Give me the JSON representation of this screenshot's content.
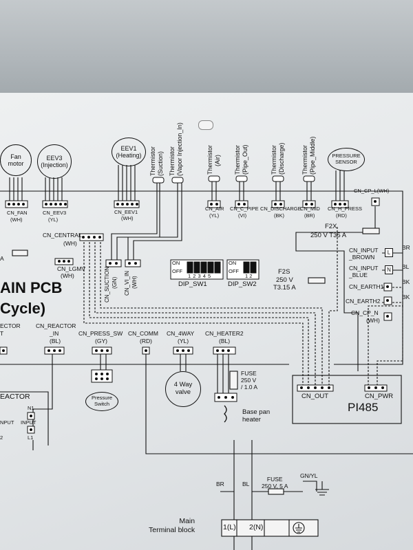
{
  "components": {
    "fan_motor": "Fan\nmotor",
    "eev3": "EEV3",
    "eev3_sub": "(Injection)",
    "eev1": "EEV1",
    "eev1_sub": "(Heating)",
    "pressure_sensor": "PRESSURE\nSENSOR",
    "four_way_valve": "4 Way\nvalve",
    "pressure_switch": "Pressure\nSwitch",
    "base_pan_heater": "Base pan\nheater",
    "pi485": "PI485",
    "reactor": "EACTOR"
  },
  "thermistors": [
    {
      "label": "Thermistor",
      "sub": "(Suction)"
    },
    {
      "label": "Thermistor",
      "sub": "(Vapor Injection_In)"
    },
    {
      "label": "Thermistor",
      "sub": "(Air)"
    },
    {
      "label": "Thermistor",
      "sub": "(Pipe_Out)"
    },
    {
      "label": "Thermistor",
      "sub": "(Discharge)"
    },
    {
      "label": "Thermistor",
      "sub": "(Pipe_Middle)"
    }
  ],
  "connectors": {
    "cn_fan": "CN_FAN",
    "cn_fan_c": "(WH)",
    "cn_eev3": "CN_EEV3",
    "cn_eev3_c": "(YL)",
    "cn_eev1": "CN_EEV1",
    "cn_eev1_c": "(WH)",
    "cn_air": "CN_AIR",
    "cn_air_c": "(YL)",
    "cn_c_pipe": "CN_C_PIPE",
    "cn_c_pipe_c": "(VI)",
    "cn_discharge": "CN_DISCHARGE",
    "cn_discharge_c": "(BK)",
    "cn_mid": "CN_MID",
    "cn_mid_c": "(BR)",
    "cn_h_press": "CN_H_PRESS",
    "cn_h_press_c": "(RD)",
    "cn_cp_l": "CN_CP_L(WH)",
    "cn_central": "CN_CENTRAL",
    "cn_central_c": "(WH)",
    "cn_lgmv": "CN_LGMV",
    "cn_lgmv_c": "(WH)",
    "cn_suction": "CN_SUCTION",
    "cn_suction_c": "(GN)",
    "cn_vi_in": "CN_VI_IN",
    "cn_vi_in_c": "(WH)",
    "cn_input_brown": "CN_INPUT\n_BROWN",
    "cn_input_blue": "CN_INPUT\n_BLUE",
    "cn_earth1": "CN_EARTH1",
    "cn_earth2": "CN_EARTH2",
    "cn_cp_n": "CN_CP_N",
    "cn_cp_n_c": "(WH)",
    "cn_reactor_out": "ECTOR",
    "cn_reactor_out_c": "T",
    "cn_reactor_in": "CN_REACTOR",
    "cn_reactor_in_2": "_IN",
    "cn_reactor_in_c": "(BL)",
    "cn_press_sw": "CN_PRESS_SW",
    "cn_press_sw_c": "(GY)",
    "cn_comm": "CN_COMM",
    "cn_comm_c": "(RD)",
    "cn_4way": "CN_4WAY",
    "cn_4way_c": "(YL)",
    "cn_heater2": "CN_HEATER2",
    "cn_heater2_c": "(BL)",
    "cn_out": "CN_OUT",
    "cn_pwr": "CN_PWR"
  },
  "fuses": {
    "f2x": "F2X",
    "f2x_rating": "250 V T35 A",
    "f2s": "F2S",
    "f2s_rating": "250 V\nT3.15 A",
    "fuse_heater": "FUSE\n250 V\n/ 1.0 A",
    "fuse_main": "FUSE\n250 V, 5 A"
  },
  "switches": {
    "dip_sw1": "DIP_SW1",
    "dip_sw2": "DIP_SW2",
    "on": "ON",
    "off": "OFF",
    "sw1_nums": "1 2 3 4 5",
    "sw2_nums": "1 2"
  },
  "pcb_title": {
    "line1": "AIN PCB",
    "line2": "Cycle)"
  },
  "wire_colors": {
    "br": "BR",
    "bl": "BL",
    "bk": "BK",
    "gnyl": "GN/YL"
  },
  "terminal": {
    "title": "Main\nTerminal block",
    "t1": "1(L)",
    "t2": "2(N)",
    "L": "L",
    "N": "N",
    "n1": "N1",
    "l1": "L1",
    "input": "INPUT",
    "left_a": "A",
    "left_input": "NPUT",
    "left_2": "2"
  }
}
